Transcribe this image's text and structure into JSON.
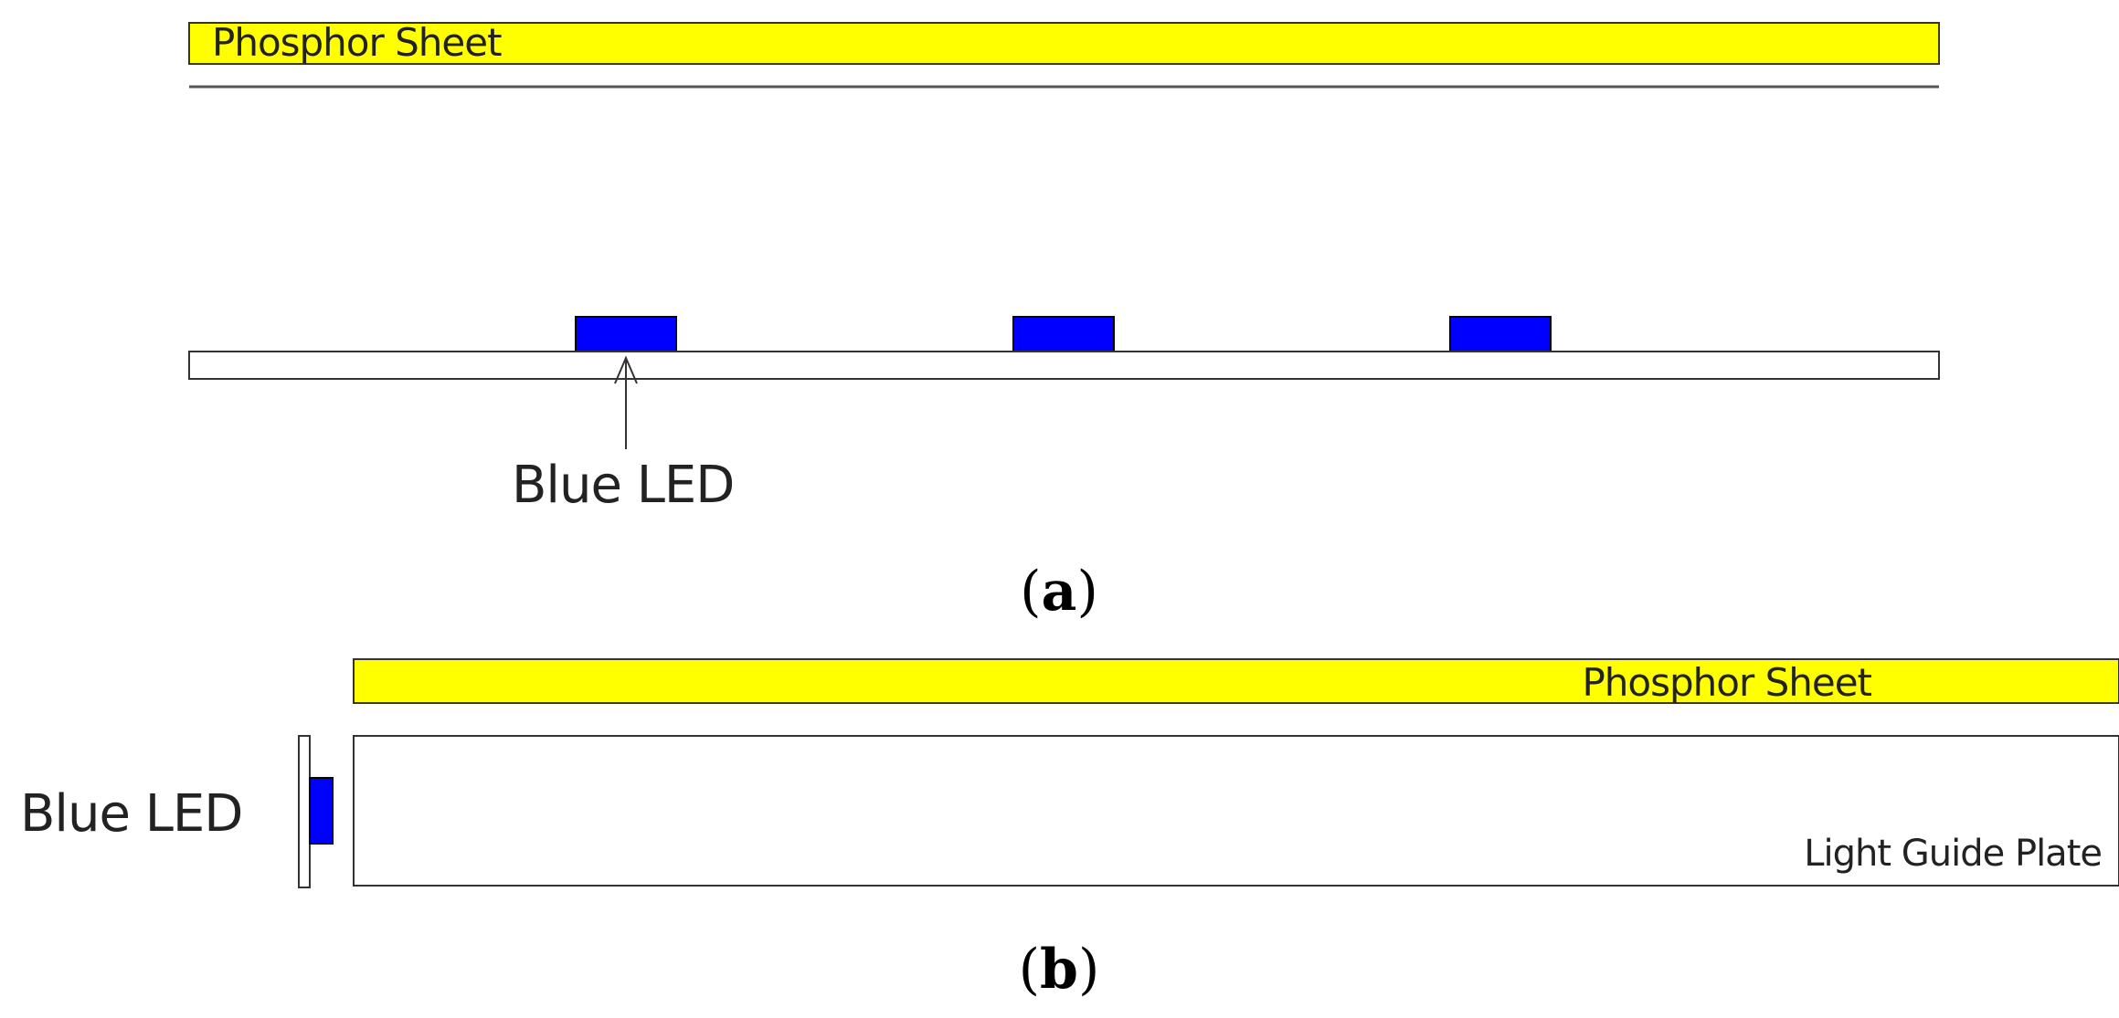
{
  "colors": {
    "phosphor": "#ffff00",
    "led": "#0000ff",
    "outline": "#000000",
    "background": "#ffffff"
  },
  "panel_a": {
    "phosphor_label": "Phosphor Sheet",
    "led_label": "Blue LED",
    "caption_letter": "a"
  },
  "panel_b": {
    "phosphor_label": "Phosphor Sheet",
    "led_label": "Blue LED",
    "plate_label": "Light Guide Plate",
    "caption_letter": "b"
  }
}
